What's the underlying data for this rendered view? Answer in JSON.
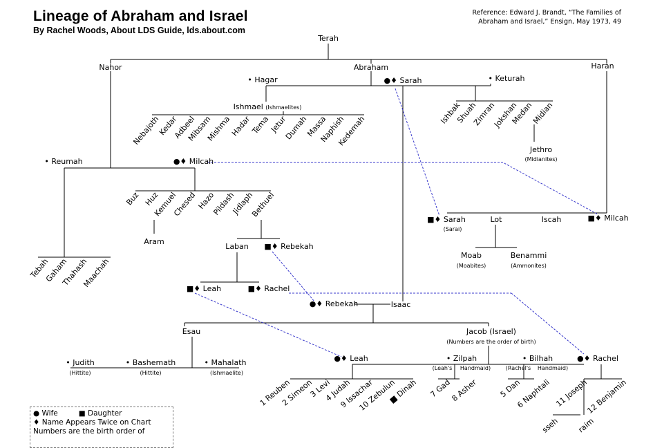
{
  "header": {
    "title": "Lineage of Abraham and Israel",
    "subtitle": "By Rachel Woods, About LDS Guide, lds.about.com",
    "reference_line1": "Reference: Edward J. Brandt, “The Families of",
    "reference_line2": "Abraham and Israel,” Ensign, May 1973, 49"
  },
  "people": {
    "terah": "Terah",
    "nahor": "Nahor",
    "abraham": "Abraham",
    "haran": "Haran",
    "hagar": "• Hagar",
    "sarah_top": "●♦ Sarah",
    "keturah": "• Keturah",
    "ishmael": "Ishmael",
    "ishmael_note": "(Ishmaelites)",
    "reumah": "• Reumah",
    "milcah_left": "●♦ Milcah",
    "jethro": "Jethro",
    "midianites": "(Midianites)",
    "aram": "Aram",
    "laban": "Laban",
    "rebekah_top": "■♦ Rebekah",
    "sarah_right": "■♦ Sarah",
    "sarai": "(Sarai)",
    "lot": "Lot",
    "iscah": "Iscah",
    "milcah_right": "■♦ Milcah",
    "moab": "Moab",
    "moabites": "(Moabites)",
    "benammi": "Benammi",
    "ammonites": "(Ammonites)",
    "leah_mid": "■♦ Leah",
    "rachel_mid": "■♦ Rachel",
    "rebekah_mid": "●♦ Rebekah",
    "isaac": "Isaac",
    "esau": "Esau",
    "jacob": "Jacob (Israel)",
    "jacob_note": "(Numbers are the order of birth)",
    "judith": "• Judith",
    "judith_note": "(Hittite)",
    "bashemath": "• Bashemath",
    "bashemath_note": "(Hittite)",
    "mahalath": "• Mahalath",
    "mahalath_note": "(Ishmaelite)",
    "leah_low": "●♦ Leah",
    "zilpah": "• Zilpah",
    "zilpah_note_a": "(Leah's",
    "zilpah_note_b": "Handmaid)",
    "bilhah": "• Bilhah",
    "bilhah_note_a": "(Rachel's",
    "bilhah_note_b": "Handmaid)",
    "rachel_low": "●♦ Rachel"
  },
  "ishmael_sons": [
    "Nebajoth",
    "Kedar",
    "Adbeel",
    "Mibsam",
    "Mishma",
    "Hadar",
    "Tema",
    "Jetur",
    "Dumah",
    "Massa",
    "Naphish",
    "Kedemah"
  ],
  "keturah_sons": [
    "Ishbak",
    "Shuah",
    "Zimran",
    "Jokshan",
    "Medan",
    "Midian"
  ],
  "reumah_children": [
    "Tebah",
    "Gaham",
    "Thahash",
    "Maachah"
  ],
  "milcah_children": [
    "Buz",
    "Huz",
    "Kemuel",
    "Chesed",
    "Hazo",
    "Pildash",
    "Jidlaph",
    "Bethuel"
  ],
  "leah_children": [
    "1 Reuben",
    "2 Simeon",
    "3 Levi",
    "4 Judah",
    "9 Issachar",
    "10 Zebulun",
    "■ Dinah"
  ],
  "zilpah_children": [
    "7 Gad",
    "8 Asher"
  ],
  "bilhah_children": [
    "5 Dan",
    "6 Naphtali"
  ],
  "rachel_children": [
    "11 Joseph",
    "12 Benjamin"
  ],
  "joseph_sons_partial": [
    "sseh",
    "raim"
  ],
  "legend": {
    "wife": "● Wife",
    "daughter": "■ Daughter",
    "twice": "♦ Name Appears Twice on Chart",
    "birth": "Numbers are the birth order of"
  },
  "colors": {
    "dashed_link": "#3a3acc",
    "line": "#000000"
  }
}
